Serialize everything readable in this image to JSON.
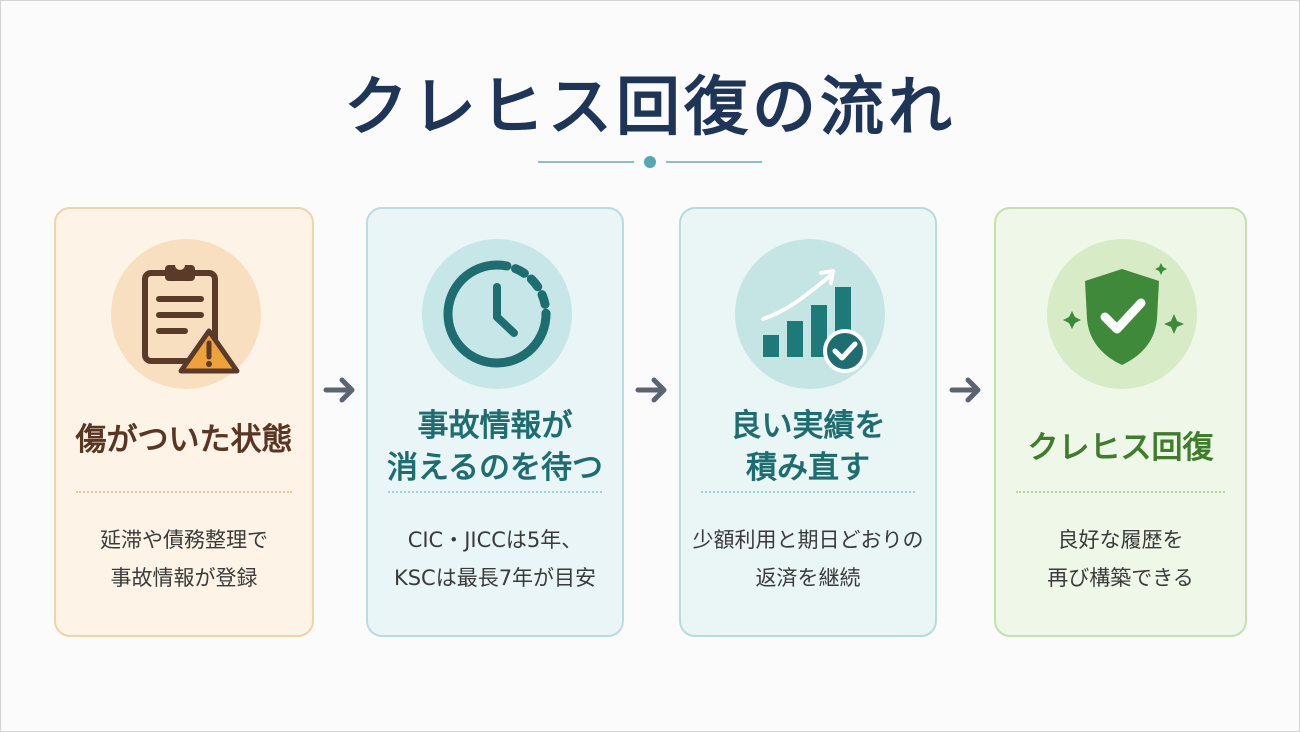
{
  "title": "クレヒス回復の流れ",
  "steps": [
    {
      "heading_lines": [
        "傷がついた状態"
      ],
      "desc_lines": [
        "延滞や債務整理で",
        "事故情報が登録"
      ],
      "icon": "clipboard-warning-icon",
      "colors": {
        "bg": "#fdf4e7",
        "border": "#f1d3a8",
        "circle": "#f7dfbf",
        "heading": "#5a3521",
        "dots": "#e6c597"
      }
    },
    {
      "heading_lines": [
        "事故情報が",
        "消えるのを待つ"
      ],
      "desc_lines": [
        "CIC・JICCは5年、",
        "KSCは最長7年が目安"
      ],
      "icon": "clock-icon",
      "colors": {
        "bg": "#e9f5f6",
        "border": "#b8dde1",
        "circle": "#c7e6e8",
        "heading": "#1e6e71",
        "dots": "#9fd0d4"
      }
    },
    {
      "heading_lines": [
        "良い実績を",
        "積み直す"
      ],
      "desc_lines": [
        "少額利用と期日どおりの",
        "返済を継続"
      ],
      "icon": "growth-chart-check-icon",
      "colors": {
        "bg": "#eaf5f5",
        "border": "#b6dcdc",
        "circle": "#c5e5e5",
        "heading": "#1e6e71",
        "dots": "#9fd0d0"
      }
    },
    {
      "heading_lines": [
        "クレヒス回復"
      ],
      "desc_lines": [
        "良好な履歴を",
        "再び構築できる"
      ],
      "icon": "shield-check-icon",
      "colors": {
        "bg": "#eff7e9",
        "border": "#c3e0ae",
        "circle": "#d6ebc6",
        "heading": "#3f7d2c",
        "dots": "#b5d69c"
      }
    }
  ],
  "arrow_color": "#5b6470"
}
